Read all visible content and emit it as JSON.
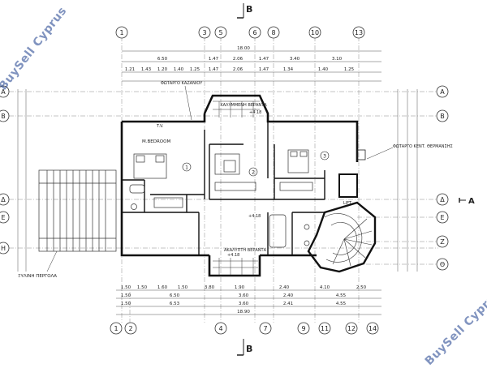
{
  "section_marks": {
    "top": "B",
    "bottom": "B",
    "right": "A"
  },
  "grid_axes": {
    "top": [
      "1",
      "3",
      "5",
      "6",
      "8",
      "10",
      "13"
    ],
    "bottom": [
      "1",
      "2",
      "4",
      "7",
      "9",
      "11",
      "12",
      "14"
    ],
    "right": [
      "A",
      "B",
      "Δ",
      "E",
      "Z",
      "Θ"
    ],
    "left": [
      "A",
      "B",
      "Δ",
      "E",
      "H"
    ]
  },
  "dimensions": {
    "top_overall": "18.00",
    "top_row2": [
      "6.50",
      "1.47",
      "2.06",
      "1.47",
      "3.40",
      "3.10"
    ],
    "top_row3": [
      "1.21",
      "1.43",
      "1.20",
      "1.40",
      "1.25",
      "1.47",
      "2.06",
      "1.47",
      "1.34",
      "1.40",
      "1.25"
    ],
    "bottom_row1": [
      "1.50",
      "1.50",
      "1.60",
      "1.50",
      "3.80",
      "1.90",
      "2.40",
      "4.10",
      "2.50"
    ],
    "bottom_row2": [
      "1.50",
      "6.50",
      "3.60",
      "2.40",
      "4.55"
    ],
    "bottom_row3": [
      "1.50",
      "6.53",
      "3.60",
      "2.41",
      "4.55"
    ],
    "bottom_overall": "18.90"
  },
  "rooms": {
    "master": "M.BEDROOM",
    "room_numbers": [
      "1",
      "2",
      "3"
    ]
  },
  "labels": {
    "veranda_top": "ΚΑΛΥΜΜΕΝΗ ΒΕΡΑΝΤΑ",
    "veranda_bottom": "ΑΚΑΛΥΠΤΗ ΒΕΡΑΝΤΑ",
    "light_shaft_left": "ΦΩΤΑΡΓΟ ΚΑΖΑΝΙΟΥ",
    "light_shaft_right": "ΦΩΤΑΡΓΟ ΚΕΝΤ. ΘΕΡΜΑΝΣΗΣ",
    "pergola": "ΞΥΛΙΝΗ ΠΕΡΓΟΛΑ",
    "lift": "LIFT",
    "tv": "T.V.",
    "level_top": "+4.18",
    "level_mid": "+4.18",
    "level_bottom": "+4.18"
  },
  "watermark": {
    "top_left": "BuySell Cyprus",
    "bottom_right": "BuySell Cyprus"
  },
  "colors": {
    "line": "#222222",
    "wall": "#111111",
    "watermark": "#1a3c8c",
    "dim": "#555555"
  }
}
